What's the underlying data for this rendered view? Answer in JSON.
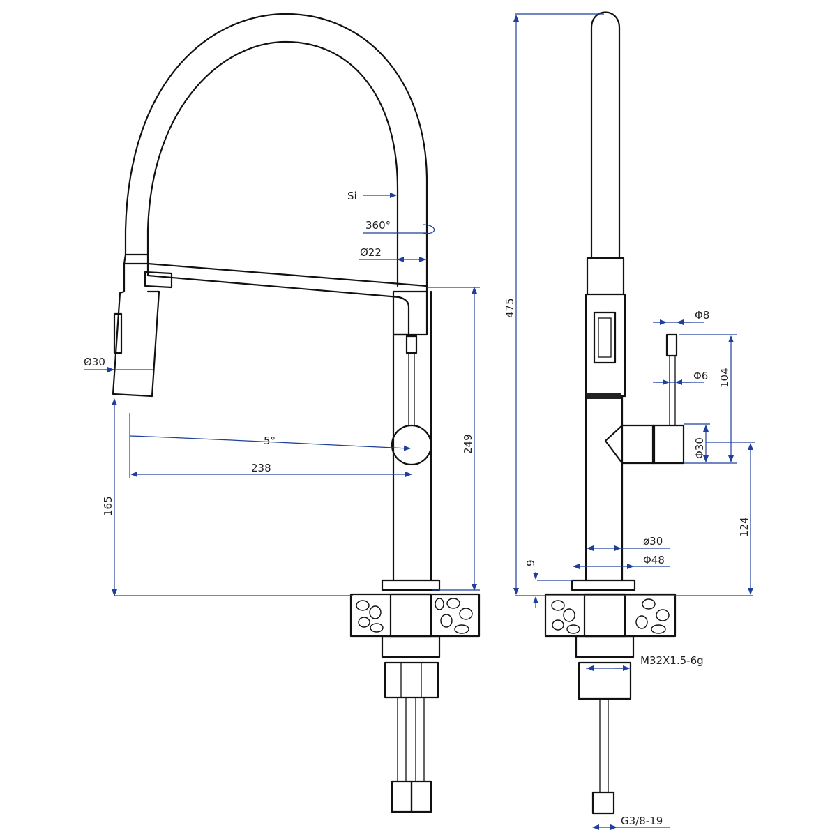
{
  "front_view": {
    "labels": {
      "material": "Si",
      "rotation": "360°",
      "hose_diameter": "Ø22",
      "spray_diameter": "Ø30",
      "tilt_angle": "5°",
      "reach": "238",
      "spout_height": "249",
      "spray_height": "165"
    }
  },
  "side_view": {
    "labels": {
      "total_height": "475",
      "lever_pin_diameter": "Φ8",
      "lever_stem_diameter": "Φ6",
      "lever_height": "104",
      "lever_hub_diameter": "Φ30",
      "lever_base_height": "124",
      "body_diameter": "ø30",
      "base_diameter": "Φ48",
      "base_height": "9",
      "thread": "M32X1.5-6g",
      "connection": "G3/8-19"
    }
  },
  "colors": {
    "outline": "#111111",
    "dimension": "#1f3f9a",
    "text": "#222222"
  }
}
